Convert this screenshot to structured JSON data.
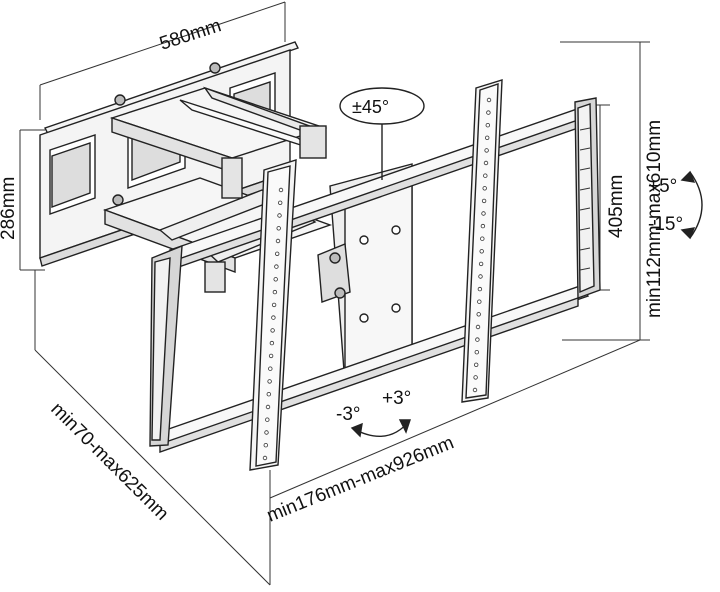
{
  "dimensions": {
    "wall_plate_width": "580mm",
    "wall_plate_height": "286mm",
    "tilt_range": "±45°",
    "depth_range": "min70-max625mm",
    "rail_span": "min176mm-max926mm",
    "tv_rail_height": "405mm",
    "vertical_range": "min112mm-max610mm",
    "tilt_up": "+5°",
    "tilt_down": "-15°",
    "swivel_left": "-3°",
    "swivel_right": "+3°"
  },
  "colors": {
    "line": "#222222",
    "frame_fill": "#f2f2f2",
    "dark_fill": "#c8c8c8",
    "shadow_fill": "#dcdcdc"
  }
}
